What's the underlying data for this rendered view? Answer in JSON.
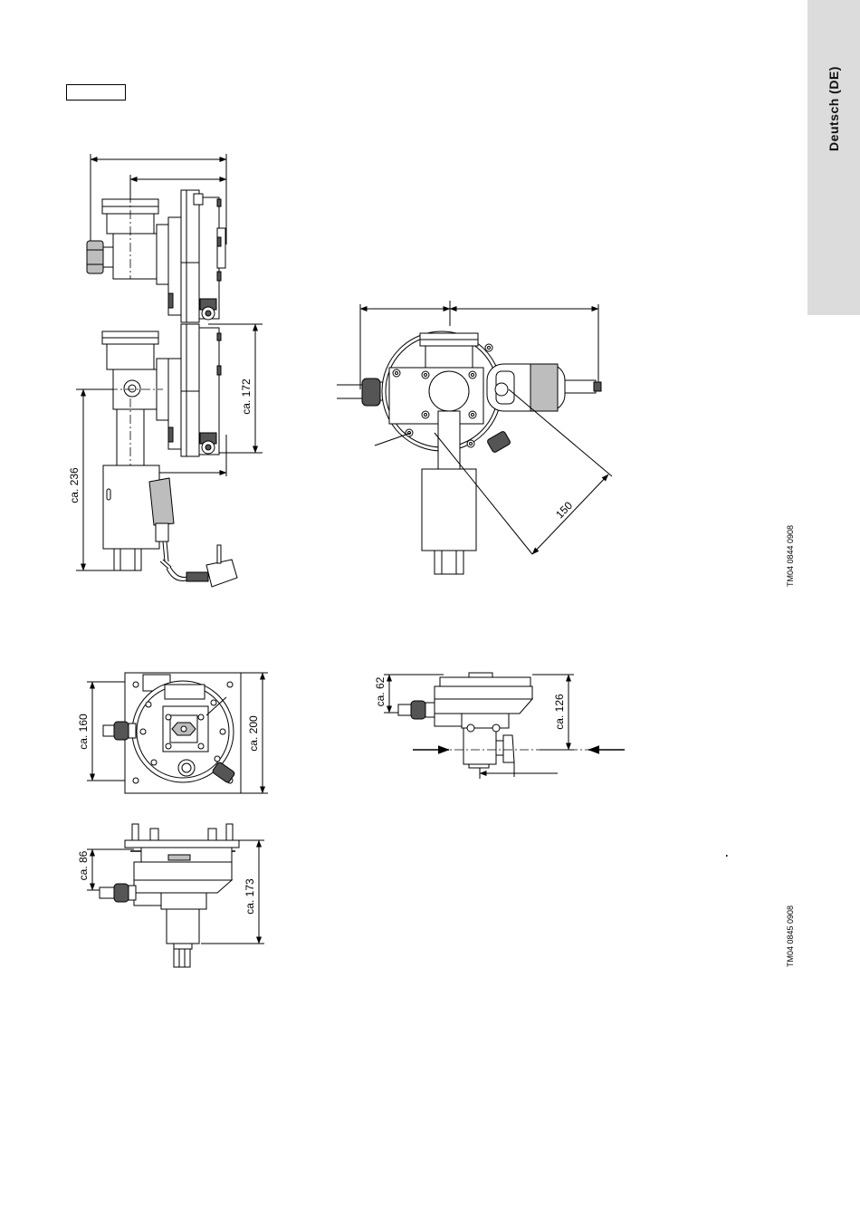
{
  "sidebar": {
    "language_tab": "Deutsch (DE)"
  },
  "drawing_codes": {
    "top": "TM04 0844 0908",
    "bottom": "TM04 0845 0908"
  },
  "dimensions": {
    "side_height_172": "ca. 172",
    "side_height_236": "ca. 236",
    "front_radius_150": "150",
    "plate_inner_160": "ca. 160",
    "plate_outer_200": "ca. 200",
    "profile_height_62": "ca. 62",
    "profile_height_126": "ca. 126",
    "low_height_86": "ca. 86",
    "low_height_173": "ca. 173"
  }
}
